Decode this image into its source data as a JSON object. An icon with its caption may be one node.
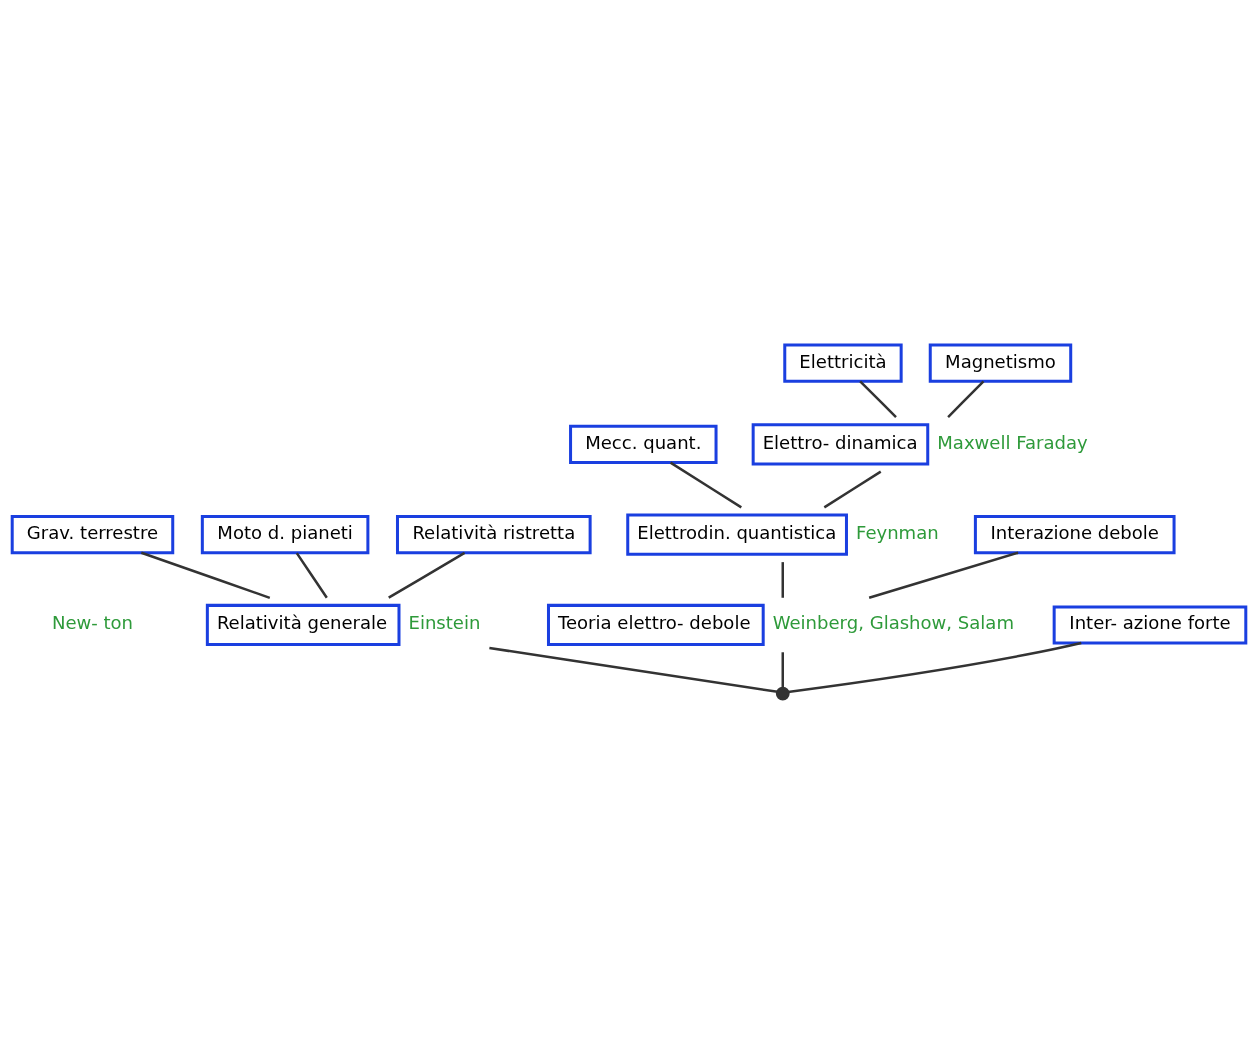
{
  "diagram": {
    "nodes": [
      {
        "text": [
          "Grav. terrestre"
        ]
      },
      {
        "text": [
          "Moto d. pianeti"
        ]
      },
      {
        "text": [
          "Elettricità"
        ]
      },
      {
        "text": [
          "Magnetismo"
        ]
      },
      {
        "text": [
          "Mecc. quant."
        ]
      },
      {
        "text": [
          "Elettro- dinamica"
        ],
        "beside": [
          "Maxwell Faraday"
        ]
      },
      {
        "text": [
          "Relatività ristretta"
        ]
      },
      {
        "text": [
          "Elettrodin. quantistica"
        ],
        "beside": [
          "Feynman"
        ]
      },
      {
        "text": [
          "Interazione debole"
        ]
      },
      {
        "text": [
          "Relatività generale"
        ],
        "beside": [
          "Einstein"
        ]
      },
      {
        "text": [
          "Teoria elettro- debole"
        ],
        "beside": [
          "Weinberg, Glashow, Salam"
        ]
      },
      {
        "text": [
          "Inter- azione forte"
        ]
      },
      {
        "text": [],
        "shape": "point"
      }
    ],
    "edges": [
      {
        "from": 0,
        "to": 9,
        "arrow": "none"
      },
      {
        "from": 1,
        "to": 9,
        "arrow": "none"
      },
      {
        "from": 6,
        "to": 9,
        "arrow": "none"
      },
      {
        "from": 2,
        "to": 5,
        "arrow": "none"
      },
      {
        "from": 3,
        "to": 5,
        "arrow": "none"
      },
      {
        "from": 4,
        "to": 7,
        "arrow": "none"
      },
      {
        "from": 5,
        "to": 7,
        "arrow": "none"
      },
      {
        "from": 7,
        "to": 10,
        "arrow": "none"
      },
      {
        "from": 8,
        "to": 10,
        "arrow": "none"
      },
      {
        "from": 9,
        "to": 12,
        "arrow": "none"
      },
      {
        "from": 10,
        "to": 12,
        "arrow": "none"
      },
      {
        "from": 11,
        "to": 12,
        "arrow": "none"
      }
    ],
    "labels": [
      "New- ton"
    ]
  }
}
